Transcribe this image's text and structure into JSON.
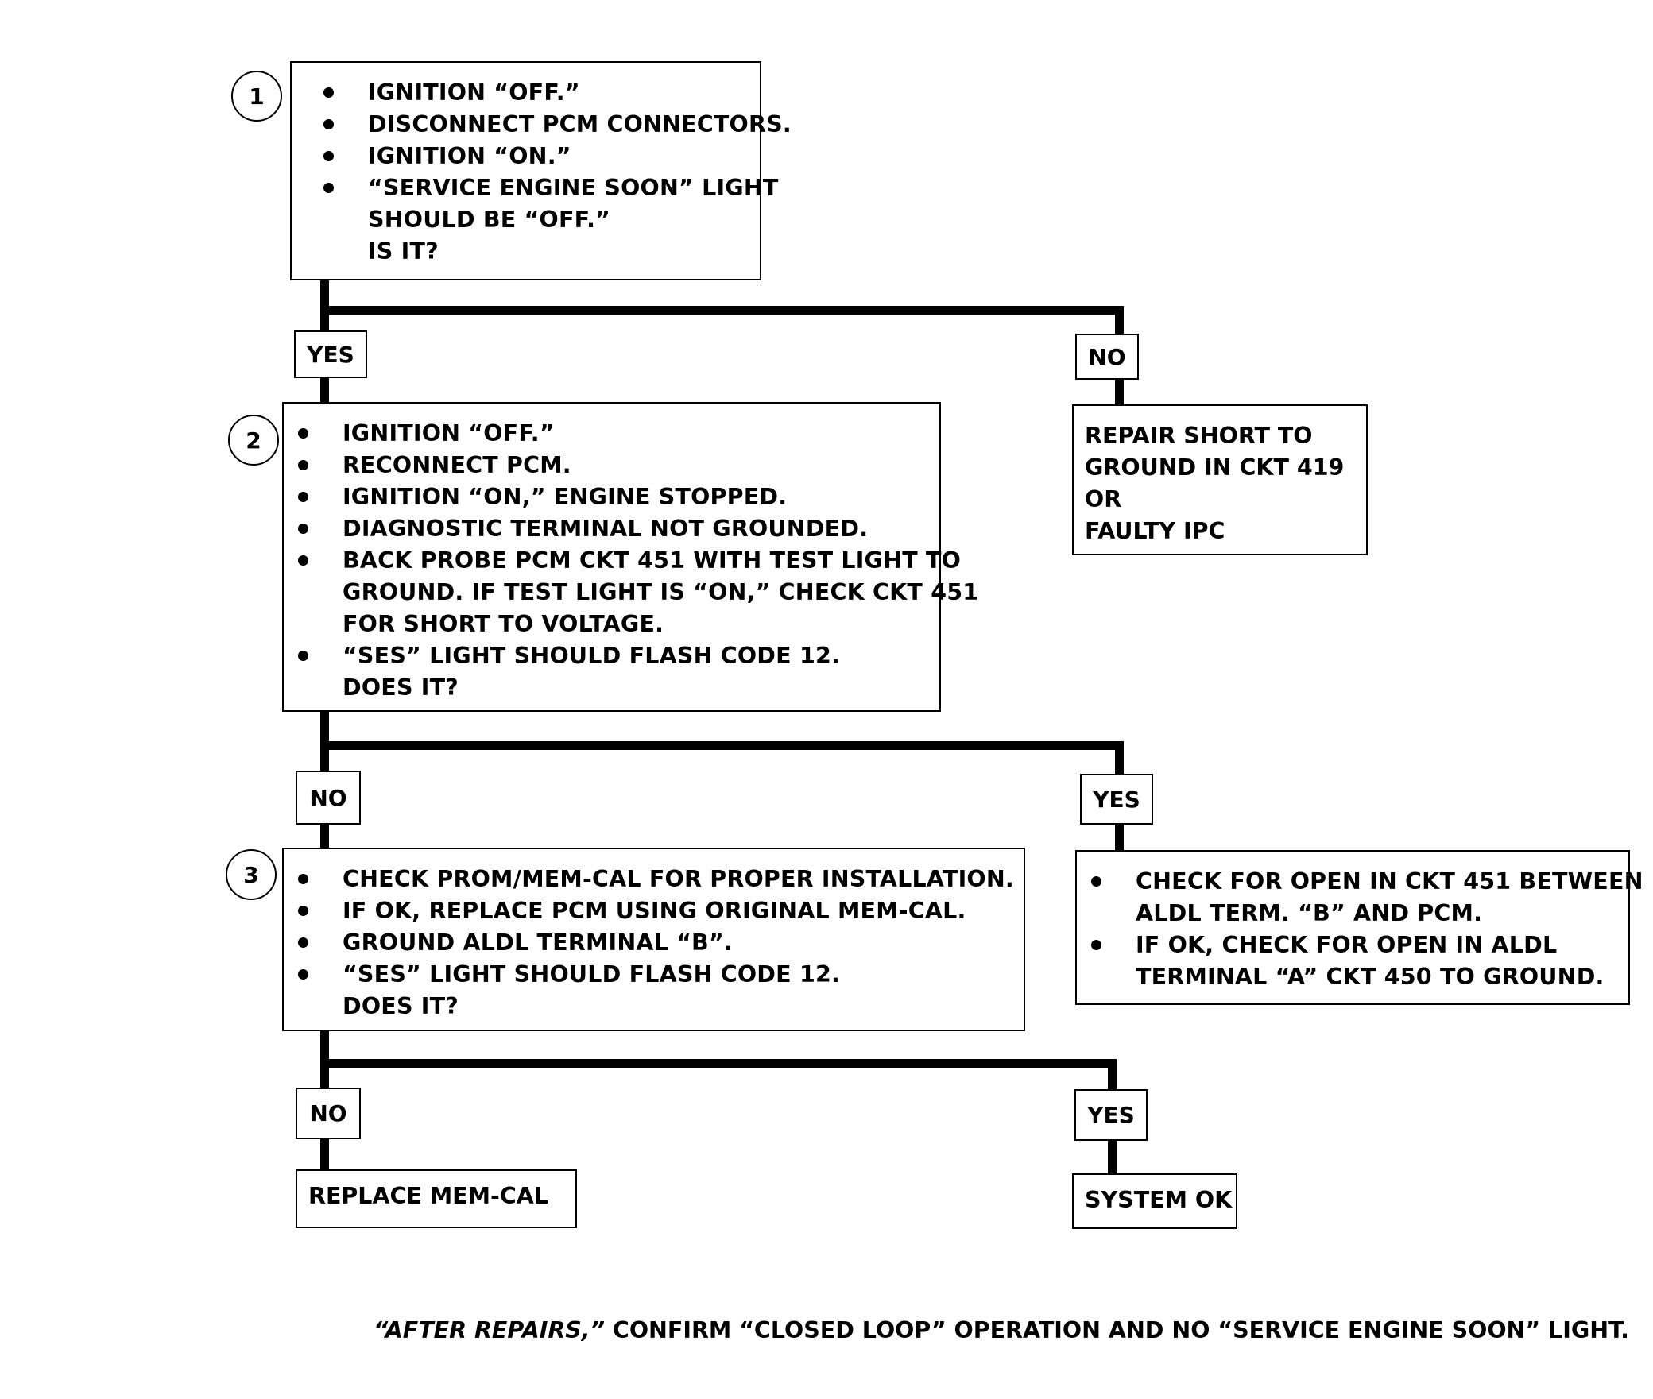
{
  "steps": [
    {
      "number": "1",
      "lines": [
        {
          "bullet": true,
          "text": "IGNITION “OFF.”"
        },
        {
          "bullet": true,
          "text": "DISCONNECT PCM CONNECTORS."
        },
        {
          "bullet": true,
          "text": "IGNITION “ON.”"
        },
        {
          "bullet": true,
          "text": "“SERVICE ENGINE SOON” LIGHT"
        },
        {
          "bullet": false,
          "text": "SHOULD BE “OFF.”"
        },
        {
          "bullet": false,
          "text": "IS IT?"
        }
      ]
    },
    {
      "number": "2",
      "lines": [
        {
          "bullet": true,
          "text": "IGNITION “OFF.”"
        },
        {
          "bullet": true,
          "text": "RECONNECT PCM."
        },
        {
          "bullet": true,
          "text": "IGNITION “ON,” ENGINE STOPPED."
        },
        {
          "bullet": true,
          "text": "DIAGNOSTIC TERMINAL NOT GROUNDED."
        },
        {
          "bullet": true,
          "text": "BACK PROBE  PCM CKT 451 WITH TEST LIGHT TO"
        },
        {
          "bullet": false,
          "text": "GROUND.  IF TEST LIGHT IS “ON,” CHECK CKT 451"
        },
        {
          "bullet": false,
          "text": "FOR SHORT TO VOLTAGE."
        },
        {
          "bullet": true,
          "text": "“SES” LIGHT SHOULD FLASH CODE 12."
        },
        {
          "bullet": false,
          "text": "DOES IT?"
        }
      ]
    },
    {
      "number": "3",
      "lines": [
        {
          "bullet": true,
          "text": "CHECK PROM/MEM-CAL FOR PROPER INSTALLATION."
        },
        {
          "bullet": true,
          "text": "IF OK, REPLACE PCM USING ORIGINAL MEM-CAL."
        },
        {
          "bullet": true,
          "text": "GROUND ALDL TERMINAL “B”."
        },
        {
          "bullet": true,
          "text": "“SES” LIGHT SHOULD FLASH CODE 12."
        },
        {
          "bullet": false,
          "text": "DOES IT?"
        }
      ]
    }
  ],
  "branches": {
    "step1_yes": "YES",
    "step1_no": "NO",
    "step2_no": "NO",
    "step2_yes": "YES",
    "step3_no": "NO",
    "step3_yes": "YES"
  },
  "results": {
    "repair_short": [
      "REPAIR SHORT TO",
      "GROUND IN CKT 419",
      "OR",
      "FAULTY IPC"
    ],
    "check_open": [
      {
        "bullet": true,
        "text": "CHECK FOR OPEN IN CKT 451 BETWEEN"
      },
      {
        "bullet": false,
        "text": "ALDL TERM. “B” AND PCM."
      },
      {
        "bullet": true,
        "text": "IF OK, CHECK FOR OPEN IN ALDL"
      },
      {
        "bullet": false,
        "text": "TERMINAL “A” CKT 450 TO GROUND."
      }
    ],
    "replace_memcal": "REPLACE MEM-CAL",
    "system_ok": "SYSTEM OK"
  },
  "footer": {
    "italic": "“AFTER REPAIRS,”",
    "rest": " CONFIRM “CLOSED LOOP” OPERATION AND NO “SERVICE ENGINE SOON” LIGHT."
  }
}
